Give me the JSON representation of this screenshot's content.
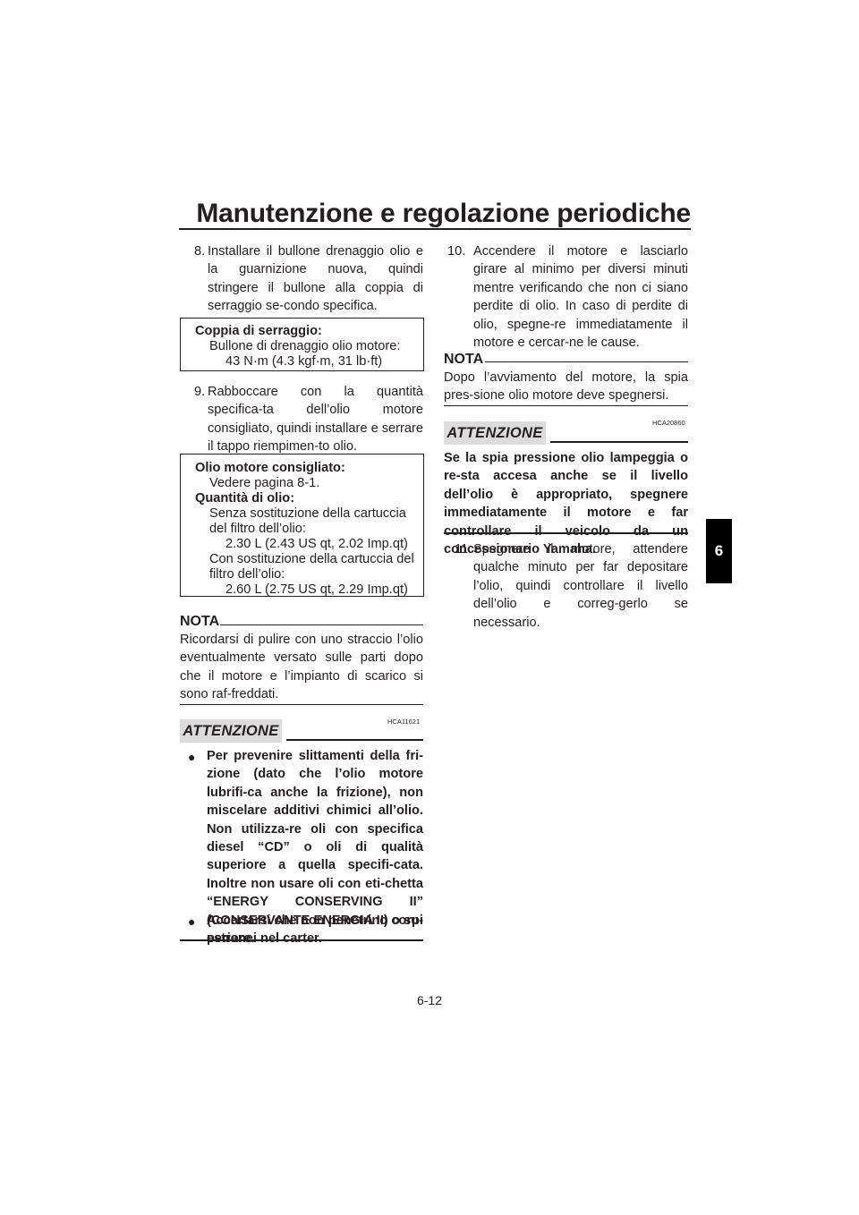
{
  "header": {
    "title": "Manutenzione e regolazione periodiche",
    "chapter_tab": "6"
  },
  "left": {
    "step8": {
      "num": "8.",
      "text": "Installare il bullone drenaggio olio e la guarnizione nuova, quindi stringere il bullone alla coppia di serraggio se-condo specifica."
    },
    "torque_box": {
      "label": "Coppia di serraggio:",
      "item": "Bullone di drenaggio olio motore:",
      "value": "43 N·m (4.3 kgf·m, 31 lb·ft)"
    },
    "step9": {
      "num": "9.",
      "text": "Rabboccare con la quantità specifica-ta dell’olio motore consigliato, quindi installare e serrare il tappo riempimen-to olio."
    },
    "oil_box": {
      "label1": "Olio motore consigliato:",
      "value1": "Vedere pagina 8-1.",
      "label2": "Quantità di olio:",
      "line_a1": "Senza sostituzione della cartuccia",
      "line_a2": "del filtro dell’olio:",
      "value_a": "2.30 L (2.43 US qt, 2.02 Imp.qt)",
      "line_b1": "Con sostituzione della cartuccia del",
      "line_b2": "filtro dell’olio:",
      "value_b": "2.60 L (2.75 US qt, 2.29 Imp.qt)"
    },
    "note": {
      "heading": "NOTA",
      "text": "Ricordarsi di pulire con uno straccio l’olio eventualmente versato sulle parti dopo che il motore e l’impianto di scarico si sono raf-freddati."
    },
    "caution": {
      "code": "HCA11621",
      "badge": "ATTENZIONE",
      "bullet1": "Per prevenire slittamenti della fri-zione (dato che l’olio motore lubrifi-ca anche la frizione), non miscelare additivi chimici all’olio. Non utilizza-re oli con specifica diesel “CD” o oli di qualità superiore a quella specifi-cata. Inoltre non usare oli con eti-chetta “ENERGY CONSERVING II” (CONSERVANTE ENERGIA II) o su-periore.",
      "bullet2": "Accertarsi che non penetrino corpi estranei nel carter."
    }
  },
  "right": {
    "step10": {
      "num": "10.",
      "text": "Accendere il motore e lasciarlo girare al minimo per diversi minuti mentre verificando che non ci siano perdite di olio. In caso di perdite di olio, spegne-re immediatamente il motore e cercar-ne le cause."
    },
    "note": {
      "heading": "NOTA",
      "text": "Dopo l’avviamento del motore, la spia pres-sione olio motore deve spegnersi."
    },
    "caution": {
      "code": "HCA20860",
      "badge": "ATTENZIONE",
      "text": "Se la spia pressione olio lampeggia o re-sta accesa anche se il livello dell’olio è appropriato, spegnere immediatamente il motore e far controllare il veicolo da un concessionario Yamaha."
    },
    "step11": {
      "num": "11.",
      "text": "Spegnere il motore, attendere qualche minuto per far depositare l’olio, quindi controllare il livello dell’olio e correg-gerlo se necessario."
    }
  },
  "footer": {
    "page_number": "6-12"
  }
}
